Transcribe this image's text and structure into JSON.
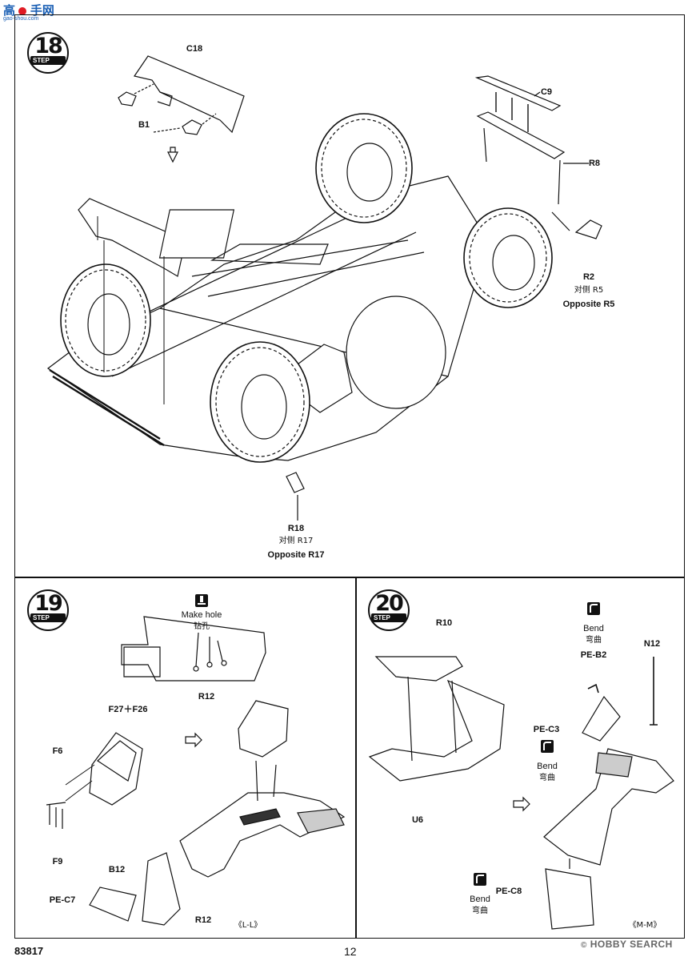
{
  "header": {
    "logo_chars": "高",
    "logo_site_chars": "手网",
    "logo_url": "gao-shou.com"
  },
  "step18": {
    "number": "18",
    "step_word": "STEP",
    "labels": {
      "c18": "C18",
      "b1": "B1",
      "c9": "C9",
      "r8": "R8",
      "r2": "R2",
      "r2_cn": "对侧 R5",
      "r2_en": "Opposite R5",
      "r18": "R18",
      "r18_cn": "对侧 R17",
      "r18_en": "Opposite R17"
    }
  },
  "step19": {
    "number": "19",
    "step_word": "STEP",
    "labels": {
      "make_hole": "Make hole",
      "make_hole_cn": "钻孔",
      "r12_top": "R12",
      "f27_f26": "F27＋F26",
      "f6": "F6",
      "f9": "F9",
      "b12": "B12",
      "pe_c7": "PE-C7",
      "r12_bottom": "R12",
      "view": "《L-L》"
    }
  },
  "step20": {
    "number": "20",
    "step_word": "STEP",
    "labels": {
      "r10": "R10",
      "u6": "U6",
      "bend1": "Bend",
      "bend1_cn": "弯曲",
      "pe_b2": "PE-B2",
      "n12": "N12",
      "pe_c3": "PE-C3",
      "bend2": "Bend",
      "bend2_cn": "弯曲",
      "pe_c8": "PE-C8",
      "bend3": "Bend",
      "bend3_cn": "弯曲",
      "view": "《M-M》"
    }
  },
  "footer": {
    "kit_number": "83817",
    "page_number": "12",
    "watermark": "HOBBY SEARCH"
  }
}
